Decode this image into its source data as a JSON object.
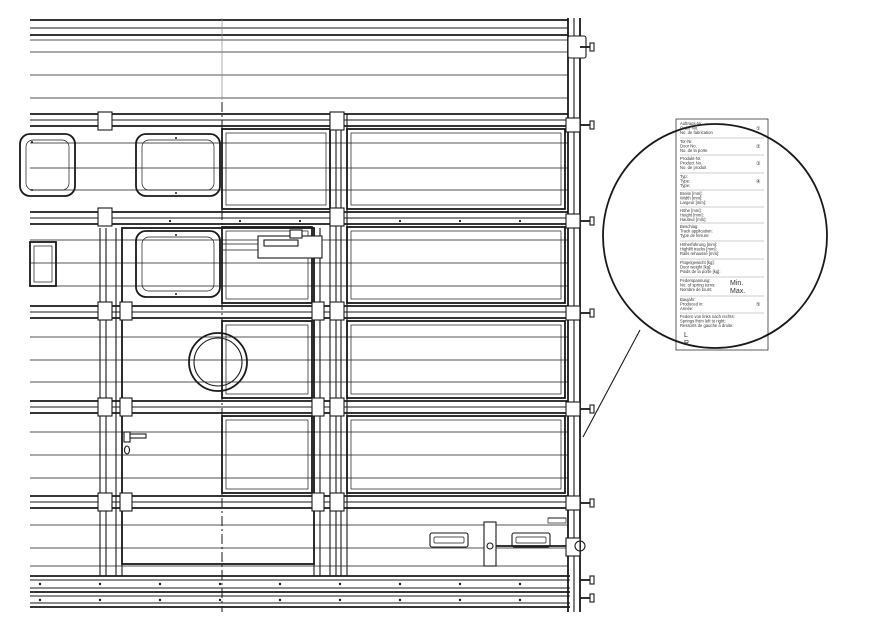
{
  "label_plate": {
    "fields": [
      {
        "lines": [
          "Auftrags-Nr.",
          "Order No.",
          "No. de fabrication"
        ],
        "marker": "①"
      },
      {
        "lines": [
          "Tor-Nr.",
          "Door No.",
          "No. de la porte"
        ],
        "marker": "②"
      },
      {
        "lines": [
          "Produkt-Nr.",
          "Product No.",
          "No. de produit"
        ],
        "marker": "③"
      },
      {
        "lines": [
          "Typ:",
          "Type:",
          "Type:"
        ],
        "marker": "④"
      },
      {
        "lines": [
          "Breite [mm]:",
          "Width [mm]:",
          "Largeur [mm]:"
        ],
        "marker": ""
      },
      {
        "lines": [
          "Höhe [mm]:",
          "Height [mm]:",
          "Hauteur [mm]:"
        ],
        "marker": ""
      },
      {
        "lines": [
          "Beschlag:",
          "Track application:",
          "Type de ferrure:"
        ],
        "marker": ""
      },
      {
        "lines": [
          "Höherführung [mm]:",
          "Highlift tracks [mm]:",
          "Rails rehaussé [mm]:"
        ],
        "marker": ""
      },
      {
        "lines": [
          "Flügelgewicht [kg]:",
          "Door weight [kg]:",
          "Poids de la porte [kg]:"
        ],
        "marker": ""
      },
      {
        "lines": [
          "Federspannung:",
          "No. of spring turns:",
          "Nombre de tours:"
        ],
        "marker": "",
        "min": "Min.",
        "max": "Max."
      },
      {
        "lines": [
          "Baujahr:",
          "Produced in:",
          "Année:"
        ],
        "marker": "⑤"
      },
      {
        "lines": [
          "Federn von links nach rechts:",
          "Springs from left to right:",
          "Ressorts de gauche à droite:"
        ],
        "marker": "",
        "left": "L",
        "right": "R"
      }
    ]
  }
}
